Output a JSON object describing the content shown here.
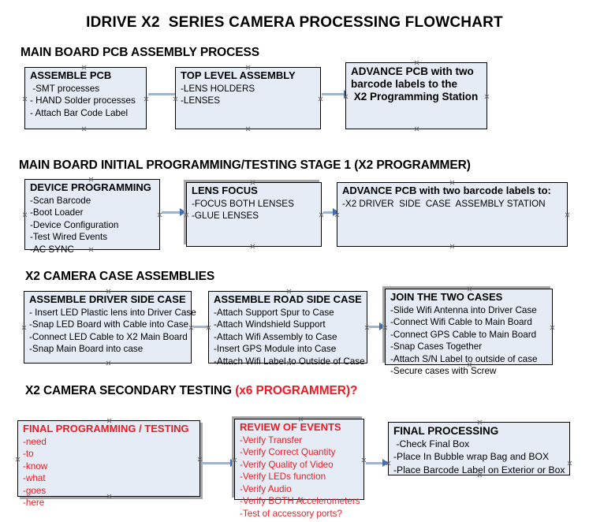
{
  "title": "IDRIVE X2  SERIES CAMERA PROCESSING FLOWCHART",
  "colors": {
    "box_fill": "#e6ecf5",
    "box_border": "#000000",
    "connector": "#a0b4cc",
    "arrowhead": "#3f6fb5",
    "accent_red": "#ed1c24",
    "shadow": "#a6a6a6"
  },
  "sections": [
    {
      "heading": "MAIN BOARD PCB ASSEMBLY PROCESS",
      "heading_accent": "",
      "nodes": [
        {
          "title": "ASSEMBLE PCB",
          "lines": [
            " -SMT processes",
            "- HAND Solder processes",
            "- Attach Bar Code Label"
          ]
        },
        {
          "title": "TOP LEVEL ASSEMBLY",
          "lines": [
            "-LENS HOLDERS",
            "-LENSES"
          ]
        },
        {
          "title": "ADVANCE PCB with two",
          "lines": [
            "barcode labels to the",
            " X2 Programming Station"
          ]
        }
      ]
    },
    {
      "heading": "MAIN BOARD INITIAL PROGRAMMING/TESTING STAGE 1 (X2 PROGRAMMER)",
      "heading_accent": "",
      "nodes": [
        {
          "title": "DEVICE PROGRAMMING",
          "lines": [
            "-Scan Barcode",
            "-Boot Loader",
            "-Device Configuration",
            "-Test Wired Events",
            "-AC SYNC"
          ]
        },
        {
          "title": "LENS FOCUS",
          "lines": [
            "-FOCUS BOTH LENSES",
            "-GLUE LENSES"
          ]
        },
        {
          "title": "ADVANCE PCB with two barcode labels to:",
          "lines": [
            "-X2 DRIVER  SIDE  CASE  ASSEMBLY STATION"
          ]
        }
      ]
    },
    {
      "heading": "X2 CAMERA CASE ASSEMBLIES",
      "heading_accent": "",
      "nodes": [
        {
          "title": "ASSEMBLE DRIVER SIDE CASE",
          "lines": [
            "- Insert LED Plastic lens into Driver Case",
            "-Snap LED Board with Cable into Case",
            "-Connect LED Cable to X2 Main Board",
            "-Snap Main Board into case"
          ]
        },
        {
          "title": "ASSEMBLE ROAD SIDE CASE",
          "lines": [
            "-Attach Support Spur to Case",
            "-Attach Windshield Support",
            "-Attach Wifi Assembly to Case",
            "-Insert GPS Module into Case",
            "-Attach Wifi Label to Outside of Case"
          ]
        },
        {
          "title": "JOIN THE TWO CASES",
          "lines": [
            "-Slide Wifi Antenna into Driver Case",
            "-Connect Wifi Cable to Main Board",
            "-Connect GPS Cable to Main Board",
            "-Snap Cases Together",
            "-Attach S/N Label to outside of case",
            "-Secure cases with Screw"
          ]
        }
      ]
    },
    {
      "heading": "X2 CAMERA SECONDARY TESTING ",
      "heading_accent": "(x6 PROGRAMMER)?",
      "nodes": [
        {
          "title": "FINAL PROGRAMMING / TESTING",
          "lines": [
            "-need",
            "-to",
            "-know",
            "-what",
            "-goes",
            "-here"
          ]
        },
        {
          "title": "REVIEW OF EVENTS",
          "lines": [
            "-Verify Transfer",
            "-Verify Correct Quantity",
            "-Verify Quality of Video",
            "-Verify LEDs function",
            "-Verify Audio",
            "-Verify BOTH Accelerometers",
            "-Test of accessory ports?"
          ]
        },
        {
          "title": "FINAL PROCESSING",
          "lines": [
            " -Check Final Box",
            "-Place In Bubble wrap Bag and BOX",
            "-Place Barcode Label on Exterior or Box"
          ]
        }
      ]
    }
  ]
}
